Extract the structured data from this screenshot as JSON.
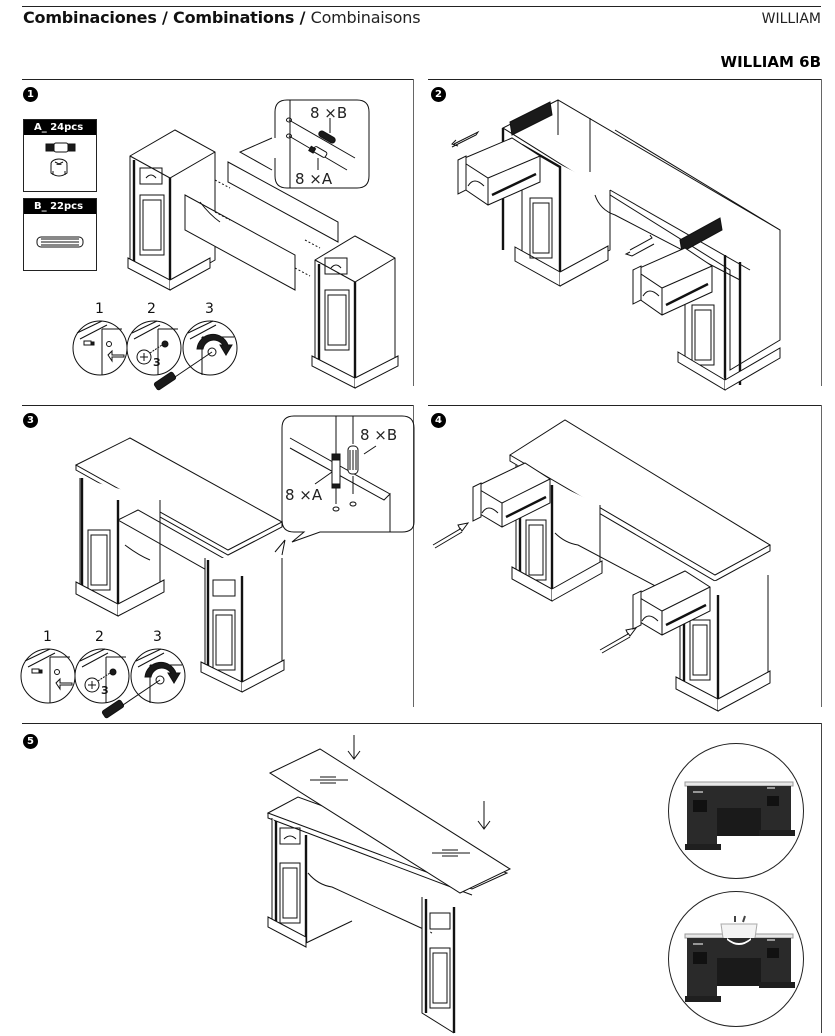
{
  "header": {
    "title_parts": [
      {
        "text": "Combinaciones / ",
        "weight": "bold"
      },
      {
        "text": "Combinations / ",
        "weight": "bold"
      },
      {
        "text": "Combinaisons",
        "weight": "light"
      }
    ],
    "brand": "WILLIAM",
    "model": "WILLIAM 6B"
  },
  "steps": [
    {
      "number": "1",
      "parts": [
        {
          "label": "A_ 24pcs",
          "icon": "cam-lock-fitting-icon"
        },
        {
          "label": "B_ 22pcs",
          "icon": "wooden-dowel-icon"
        }
      ],
      "callout": {
        "top_label": "8 ×B",
        "bottom_label": "8 ×A"
      },
      "substeps": [
        "1",
        "2",
        "3"
      ],
      "substep_badge": "3"
    },
    {
      "number": "2",
      "illustration": "remove-drawers"
    },
    {
      "number": "3",
      "callout": {
        "top_label": "8 ×B",
        "bottom_label": "8 ×A"
      },
      "substeps": [
        "1",
        "2",
        "3"
      ],
      "substep_badge": "3"
    },
    {
      "number": "4",
      "illustration": "insert-drawers"
    },
    {
      "number": "5",
      "illustration": "place-top-panel",
      "photos": [
        "desk-assembled-photo",
        "desk-with-wash-basin-photo"
      ]
    }
  ],
  "colors": {
    "ink": "#111111",
    "badge": "#000000",
    "furniture_photo": "#2a2a2a"
  }
}
